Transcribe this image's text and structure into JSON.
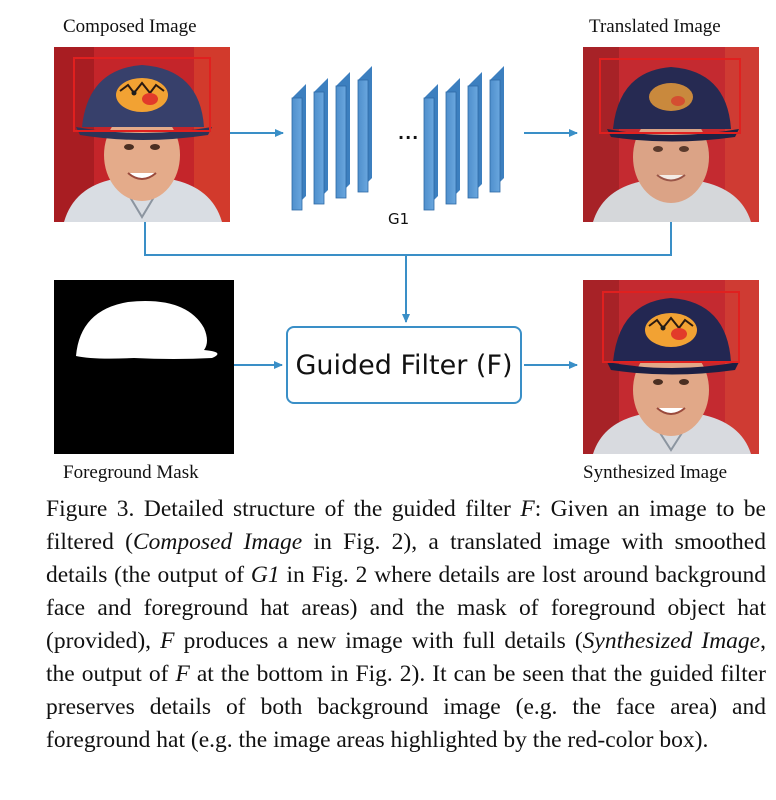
{
  "labels": {
    "composed": "Composed Image",
    "translated": "Translated Image",
    "mask": "Foreground Mask",
    "synthesized": "Synthesized Image"
  },
  "network": {
    "name": "G1",
    "ellipsis": "..."
  },
  "filter_box": {
    "label": "Guided Filter (F)"
  },
  "colors": {
    "arrow": "#3a8fc7",
    "block": "#5b9bd5",
    "highlight_box": "#e0201f"
  },
  "caption": {
    "parts": [
      {
        "text": "Figure 3. Detailed structure of the guided filter ",
        "italic": false
      },
      {
        "text": "F",
        "italic": true
      },
      {
        "text": ": Given an image to be filtered (",
        "italic": false
      },
      {
        "text": "Composed Image",
        "italic": true
      },
      {
        "text": " in Fig. 2), a translated image with smoothed details (the output of ",
        "italic": false
      },
      {
        "text": "G1",
        "italic": true
      },
      {
        "text": " in Fig. 2 where details are lost around background face and foreground hat areas) and the mask of foreground object hat (provided), ",
        "italic": false
      },
      {
        "text": "F",
        "italic": true
      },
      {
        "text": " produces a new image with full details (",
        "italic": false
      },
      {
        "text": "Synthesized Image",
        "italic": true
      },
      {
        "text": ", the output of ",
        "italic": false
      },
      {
        "text": "F",
        "italic": true
      },
      {
        "text": " at the bottom in Fig. 2). It can be seen that the guided filter preserves details of both background image (e.g. the face area) and foreground hat (e.g. the image areas highlighted by the red-color box).",
        "italic": false
      }
    ]
  }
}
